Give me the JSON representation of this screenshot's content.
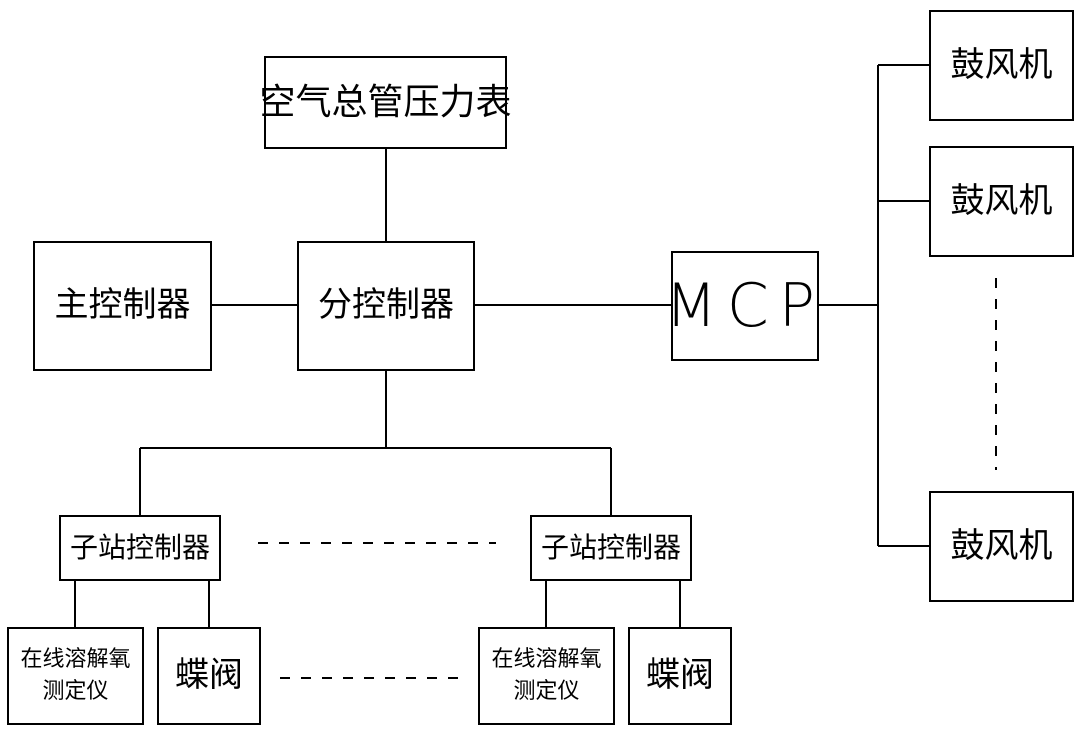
{
  "nodes": {
    "pressure_gauge": "空气总管压力表",
    "main_controller": "主控制器",
    "sub_controller": "分控制器",
    "mcp": "MCP",
    "blower_1": "鼓风机",
    "blower_2": "鼓风机",
    "blower_3": "鼓风机",
    "substation_left": "子站控制器",
    "substation_right": "子站控制器",
    "do_meter_left": {
      "line1": "在线溶解氧",
      "line2": "测定仪"
    },
    "do_meter_right": {
      "line1": "在线溶解氧",
      "line2": "测定仪"
    },
    "valve_left": "蝶阀",
    "valve_right": "蝶阀"
  }
}
